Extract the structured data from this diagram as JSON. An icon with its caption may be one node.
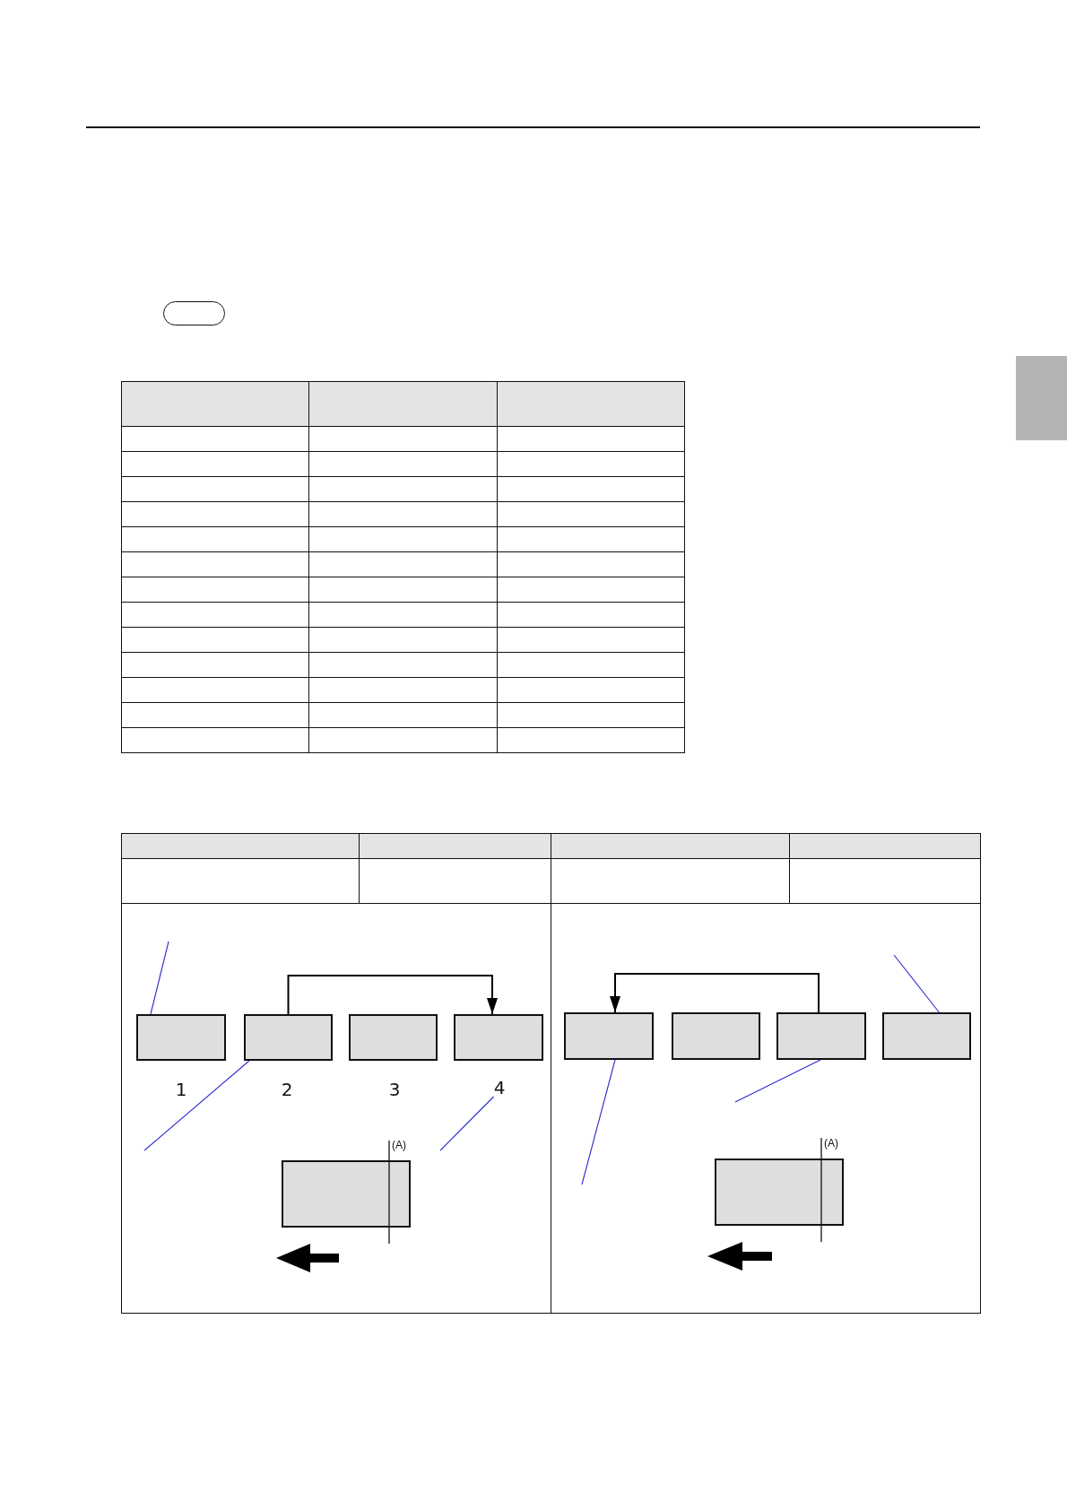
{
  "diagram": {
    "nodes": [
      {
        "text": [],
        "shape": "box"
      },
      {
        "text": [],
        "shape": "box"
      },
      {
        "text": [],
        "shape": "box"
      },
      {
        "text": [],
        "shape": "box"
      },
      {
        "text": [],
        "shape": "box"
      },
      {
        "text": [
          "4"
        ]
      },
      {
        "text": [],
        "shape": "box"
      },
      {
        "text": [],
        "shape": "box"
      },
      {
        "text": [],
        "shape": "box"
      },
      {
        "text": [],
        "shape": "box"
      },
      {
        "text": [],
        "shape": "box"
      },
      {
        "text": [],
        "shape": "box"
      }
    ],
    "edges": [
      {
        "from": 2,
        "to": 4,
        "arrow": "to",
        "color": "#000000"
      },
      {
        "from": null,
        "to": 1,
        "arrow": "none"
      },
      {
        "from": null,
        "to": 2,
        "arrow": "none"
      },
      {
        "from": null,
        "to": 5,
        "arrow": "none"
      },
      {
        "from": 9,
        "to": 7,
        "arrow": "to",
        "color": "#000000"
      },
      {
        "from": null,
        "to": 10,
        "arrow": "none"
      },
      {
        "from": null,
        "to": 9,
        "arrow": "none"
      },
      {
        "from": null,
        "to": 7,
        "arrow": "none"
      }
    ],
    "labels": [
      "1",
      "2",
      "3",
      "(A)",
      "(A)"
    ]
  }
}
